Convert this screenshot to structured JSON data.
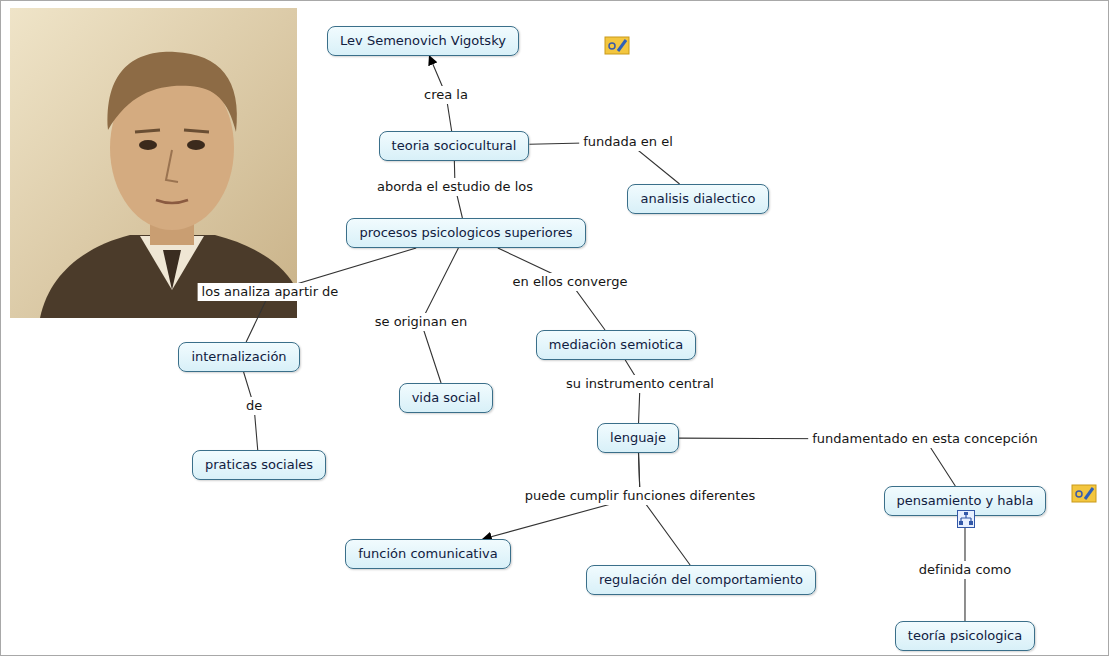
{
  "diagram": {
    "nodes": [
      {
        "text": [
          "Lev Semenovich Vigotsky"
        ]
      },
      {
        "text": [
          "teoria sociocultural"
        ]
      },
      {
        "text": [
          "analisis dialectico"
        ]
      },
      {
        "text": [
          "procesos psicologicos superiores"
        ]
      },
      {
        "text": [
          "internalización"
        ]
      },
      {
        "text": [
          "mediaciòn semiotica"
        ]
      },
      {
        "text": [
          "vida social"
        ]
      },
      {
        "text": [
          "lenguaje"
        ]
      },
      {
        "text": [
          "praticas sociales"
        ]
      },
      {
        "text": [
          "pensamiento y habla"
        ]
      },
      {
        "text": [
          "función comunicativa"
        ]
      },
      {
        "text": [
          "regulación del comportamiento"
        ]
      },
      {
        "text": [
          "teoría psicologica"
        ]
      }
    ],
    "edges": [
      {
        "from": 1,
        "to": 0,
        "label": "crea la",
        "arrow": "to"
      },
      {
        "from": 1,
        "to": 2,
        "label": "fundada en el",
        "arrow": "none"
      },
      {
        "from": 1,
        "to": 3,
        "label": "aborda el estudio de los",
        "arrow": "none"
      },
      {
        "from": 3,
        "to": 4,
        "label": "los analiza apartir de",
        "arrow": "none"
      },
      {
        "from": 3,
        "to": 6,
        "label": "se originan en",
        "arrow": "none"
      },
      {
        "from": 3,
        "to": 5,
        "label": "en ellos converge",
        "arrow": "none"
      },
      {
        "from": 4,
        "to": 8,
        "label": "de",
        "arrow": "none"
      },
      {
        "from": 5,
        "to": 7,
        "label": "su instrumento central",
        "arrow": "none"
      },
      {
        "from": 7,
        "to": 9,
        "label": "fundamentado en esta concepción",
        "arrow": "none"
      },
      {
        "from": 7,
        "to": 10,
        "label": "puede cumplir funciones diferentes",
        "arrow": "to"
      },
      {
        "from": 7,
        "to": 11,
        "arrow": "none"
      },
      {
        "from": 9,
        "to": 12,
        "label": "definida como",
        "arrow": "none"
      }
    ]
  }
}
